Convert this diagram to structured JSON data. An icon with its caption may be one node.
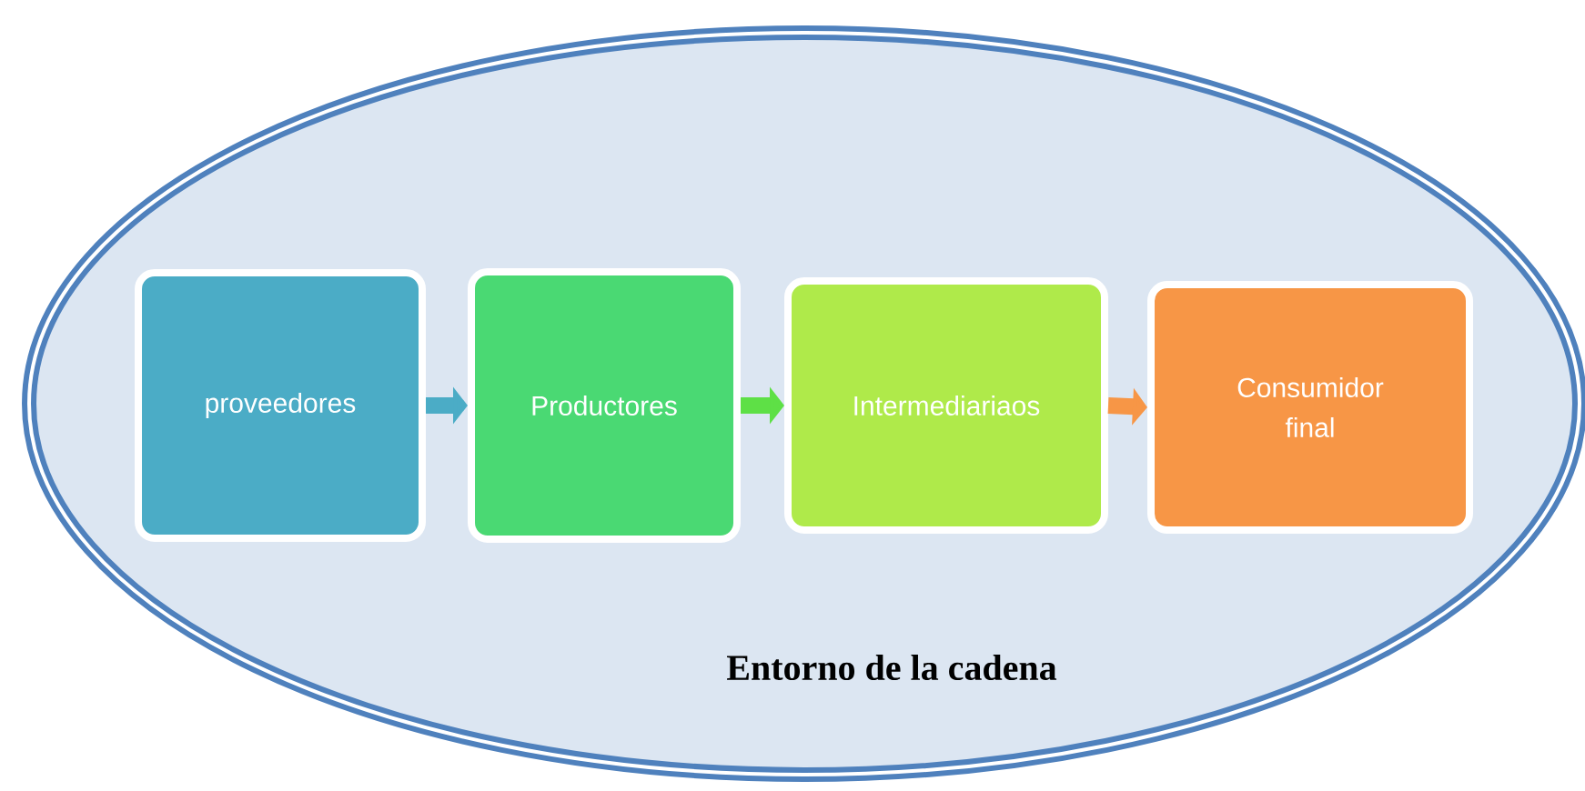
{
  "diagram": {
    "nodes": [
      {
        "text": [
          "Entorno de la cadena"
        ]
      },
      {
        "text": [
          "proveedores"
        ],
        "in": 0
      },
      {
        "text": [
          "Productores"
        ],
        "in": 0
      },
      {
        "text": [
          "Intermediariaos"
        ],
        "in": 0
      },
      {
        "text": [
          "Consumidor final"
        ],
        "in": 0
      }
    ],
    "edges": [
      {
        "from": 1,
        "to": 2,
        "arrow": "to",
        "color": "#4bacc6"
      },
      {
        "from": 2,
        "to": 3,
        "arrow": "to",
        "color": "#5ee046"
      },
      {
        "from": 3,
        "to": 4,
        "arrow": "to",
        "color": "#f79646"
      }
    ]
  }
}
